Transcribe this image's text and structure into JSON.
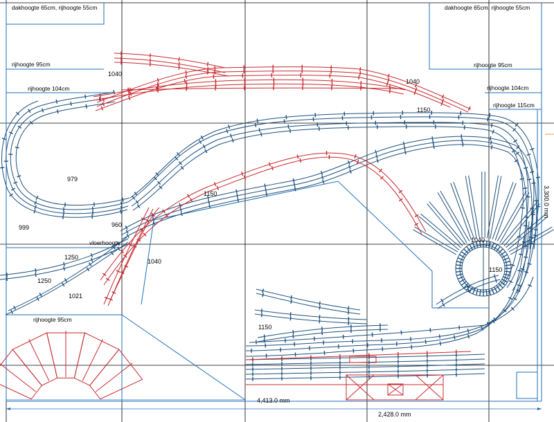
{
  "labels": {
    "ceiling_left": "dakhoogte 65cm, rijhoogte 55cm",
    "ceiling_right": "dakhoogte 65cm, rijhoogte 55cm",
    "ride95_left": "rijhoogte 95cm",
    "ride95_right": "rijhoogte 95cm",
    "ride104_left": "rijhoogte 104cm",
    "ride104_right": "rijhoogte 104cm",
    "ride115": "rijhoogte 115cm",
    "ride95_bottom": "rijhoogte 95cm",
    "floor": "vloerhoogte"
  },
  "heights": {
    "h1040_top": "1040",
    "h1040_right": "1040",
    "h1150_top": "1150",
    "h979": "979",
    "h1150_mid": "1150",
    "h960": "960",
    "h999": "999",
    "h1250_a": "1250",
    "h1250_b": "1250",
    "h1021": "1021",
    "h1040_mid": "1040",
    "h1040_turntable": "1040",
    "h1150_turntable": "1150",
    "h1150_yard": "1150"
  },
  "dimensions": {
    "width_4413": "4,413.0 mm",
    "width_2428": "2,428.0 mm",
    "height_3300": "3,300.0 mm"
  },
  "colors": {
    "track_upper": "#1d4f7c",
    "track_lower": "#c8282e",
    "walls": "#1e6fb8",
    "grid": "#000000"
  }
}
